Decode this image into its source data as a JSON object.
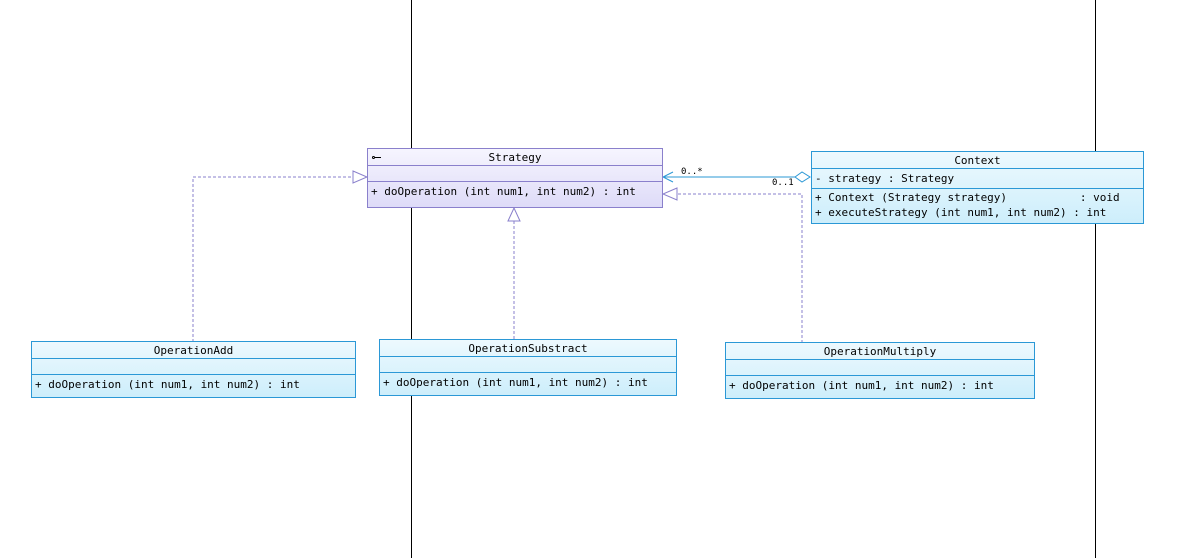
{
  "classes": {
    "strategy": {
      "name": "Strategy",
      "stereotype_icon": "interface-lollipop-icon",
      "operations": [
        "+ doOperation (int num1, int num2) : int"
      ]
    },
    "context": {
      "name": "Context",
      "attributes": [
        "- strategy : Strategy"
      ],
      "operations": [
        "+ Context (Strategy strategy)           : void",
        "+ executeStrategy (int num1, int num2) : int"
      ]
    },
    "operation_add": {
      "name": "OperationAdd",
      "operations": [
        "+ doOperation (int num1, int num2) : int"
      ]
    },
    "operation_substract": {
      "name": "OperationSubstract",
      "operations": [
        "+ doOperation (int num1, int num2) : int"
      ]
    },
    "operation_multiply": {
      "name": "OperationMultiply",
      "operations": [
        "+ doOperation (int num1, int num2) : int"
      ]
    }
  },
  "relations": {
    "aggregation": {
      "source_multiplicity": "0..1",
      "target_multiplicity": "0..*"
    }
  },
  "colors": {
    "class_border": "#2b98d6",
    "interface_border": "#8a80cc",
    "realization_line": "#8a80cc",
    "association_line": "#2b98d6"
  }
}
